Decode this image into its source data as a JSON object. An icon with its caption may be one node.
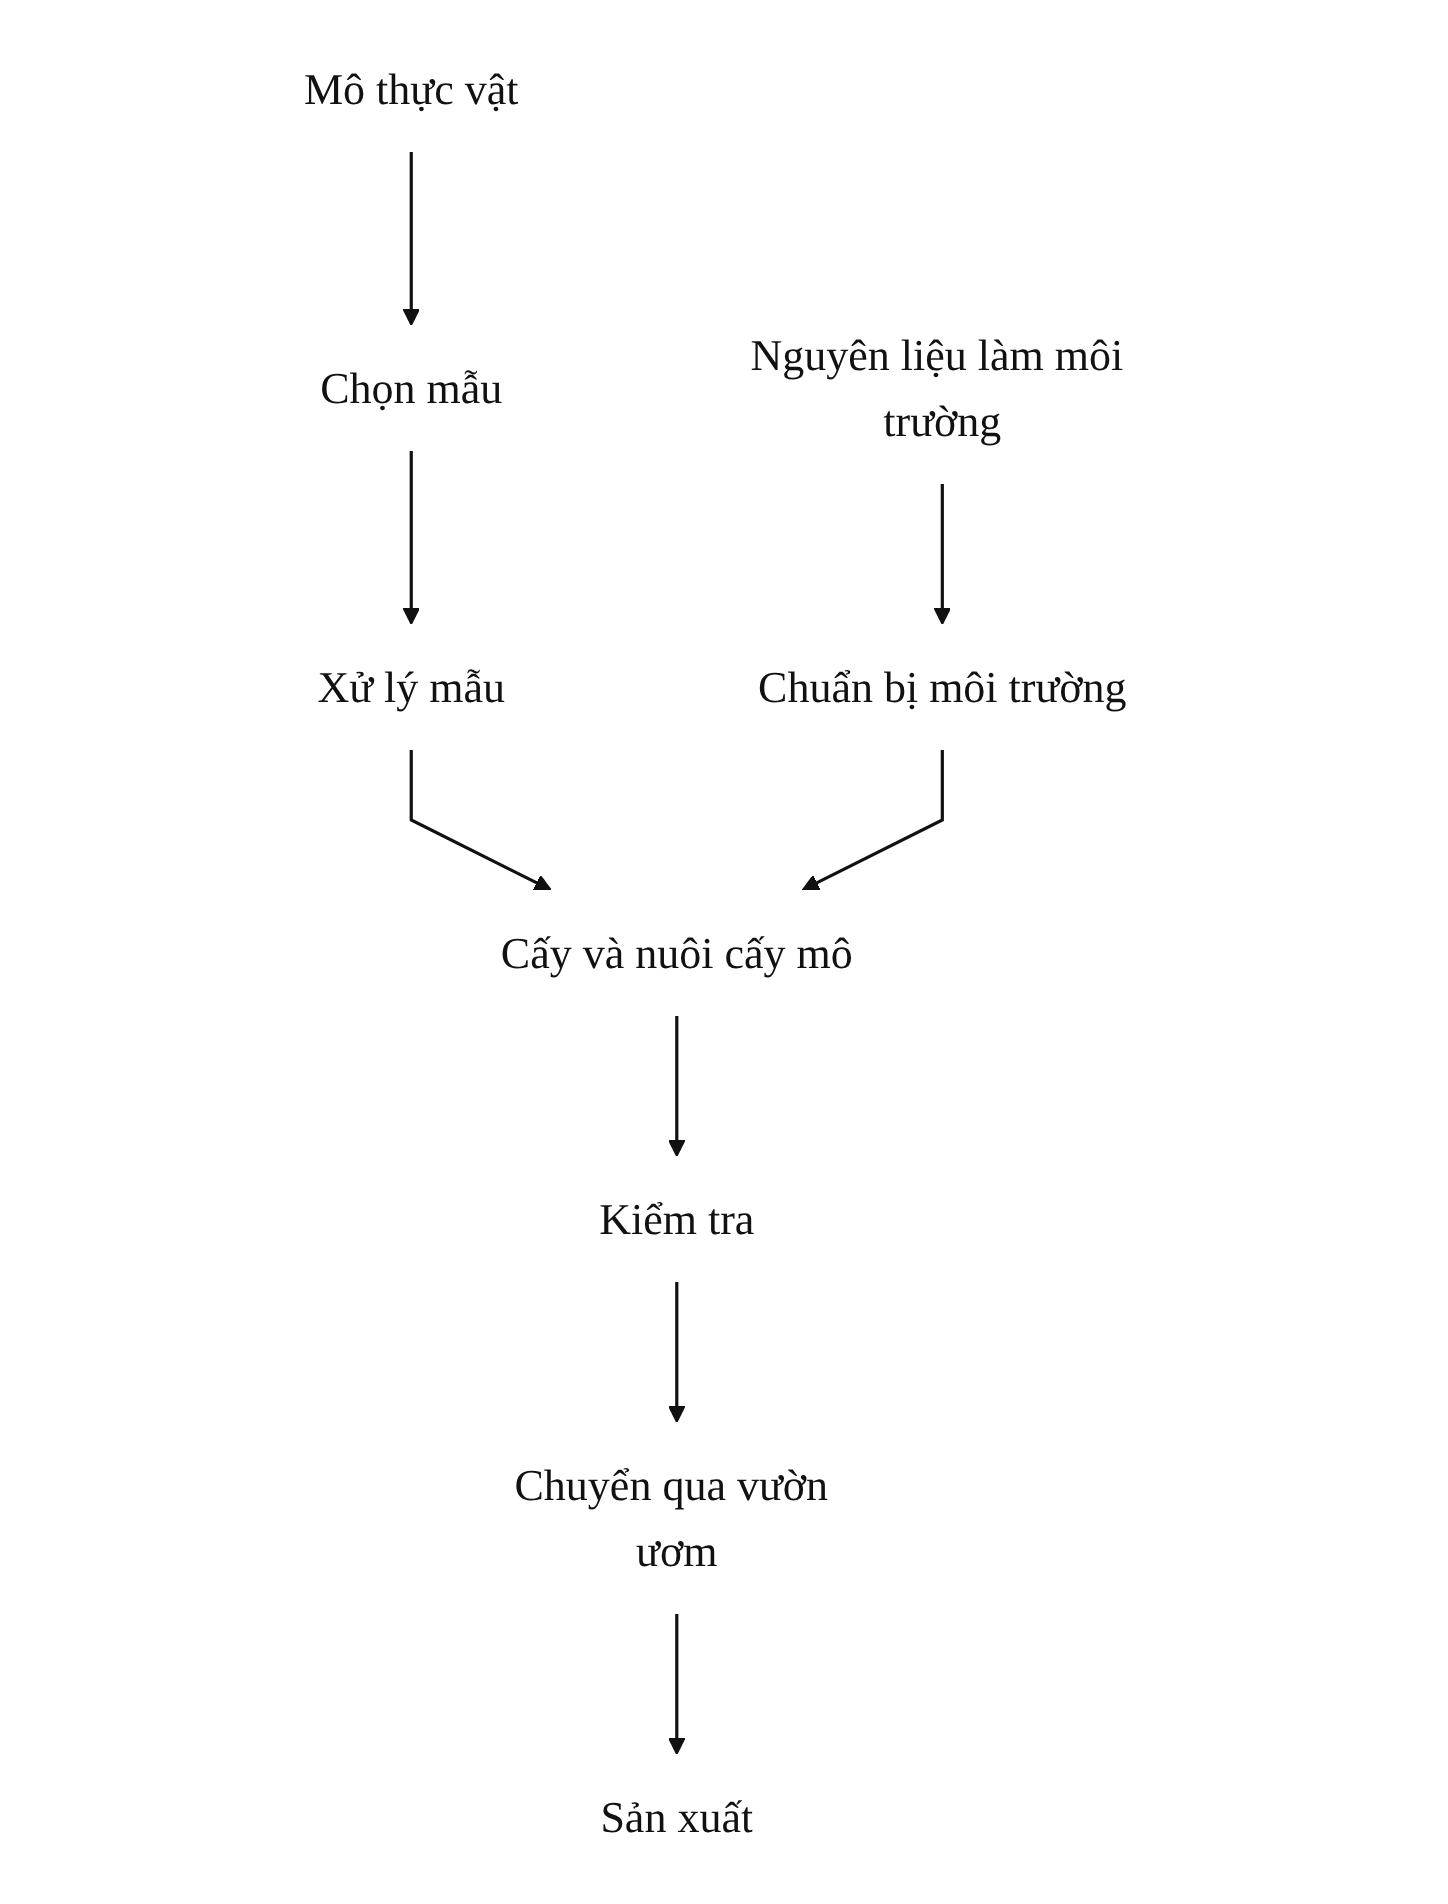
{
  "diagram": {
    "nodes": [
      {
        "text": [
          "Mô thực vật"
        ]
      },
      {
        "text": [
          "Nguyên liệu làm môi trường"
        ]
      },
      {
        "text": [
          "Chọn mẫu"
        ]
      },
      {
        "text": [
          "Xử lý mẫu"
        ]
      },
      {
        "text": [
          "Chuẩn bị môi trường"
        ]
      },
      {
        "text": [
          "Cấy và nuôi cấy mô"
        ]
      },
      {
        "text": [
          "Kiểm tra"
        ]
      },
      {
        "text": [
          "Chuyển qua vườn ươm"
        ]
      },
      {
        "text": [
          "Sản xuất"
        ]
      }
    ],
    "edges": [
      {
        "from": 0,
        "to": 2,
        "arrow": "to"
      },
      {
        "from": 2,
        "to": 3,
        "arrow": "to"
      },
      {
        "from": 1,
        "to": 4,
        "arrow": "to"
      },
      {
        "from": 3,
        "to": 5,
        "arrow": "to"
      },
      {
        "from": 4,
        "to": 5,
        "arrow": "to"
      },
      {
        "from": 5,
        "to": 6,
        "arrow": "to"
      },
      {
        "from": 6,
        "to": 7,
        "arrow": "to"
      },
      {
        "from": 7,
        "to": 8,
        "arrow": "to"
      }
    ]
  }
}
